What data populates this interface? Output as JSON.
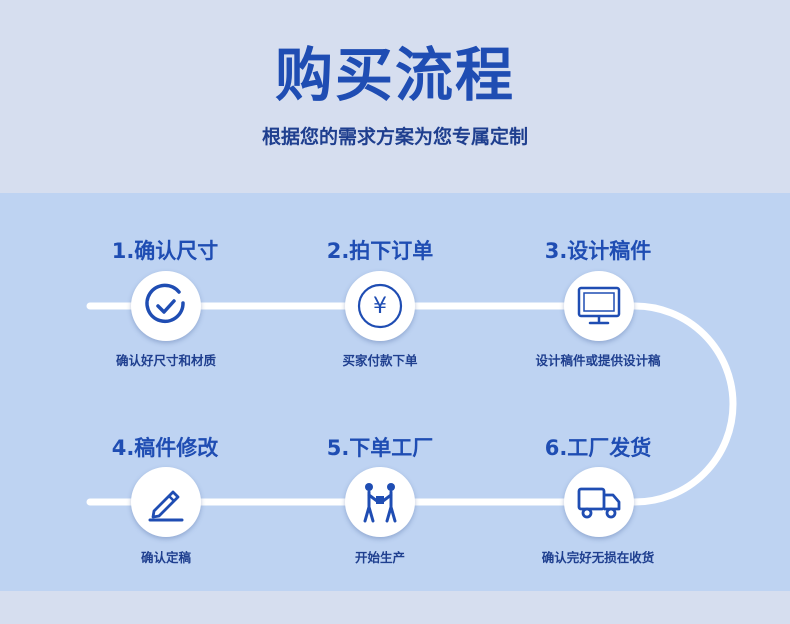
{
  "header": {
    "title": "购买流程",
    "subtitle": "根据您的需求方案为您专属定制"
  },
  "steps": [
    {
      "title": "1.确认尺寸",
      "desc": "确认好尺寸和材质",
      "icon": "check-circle-icon"
    },
    {
      "title": "2.拍下订单",
      "desc": "买家付款下单",
      "icon": "yen-coin-icon"
    },
    {
      "title": "3.设计稿件",
      "desc": "设计稿件或提供设计稿",
      "icon": "monitor-icon"
    },
    {
      "title": "4.稿件修改",
      "desc": "确认定稿",
      "icon": "pen-edit-icon"
    },
    {
      "title": "5.下单工厂",
      "desc": "开始生产",
      "icon": "people-handshake-icon"
    },
    {
      "title": "6.工厂发货",
      "desc": "确认完好无损在收货",
      "icon": "delivery-truck-icon"
    }
  ],
  "colors": {
    "accent": "#1f4db3",
    "panel": "#bed3f2",
    "background": "#d6deef"
  }
}
